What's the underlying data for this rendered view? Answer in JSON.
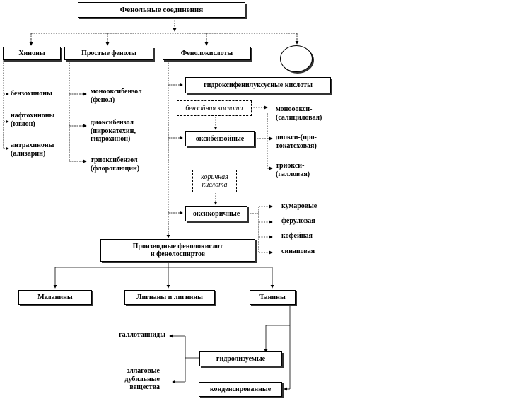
{
  "root": "Фенольные соединения",
  "level1": {
    "quinones": "Хиноны",
    "simple_phenols": "Простые фенолы",
    "phenolic_acids": "Фенолокислоты",
    "oval": ""
  },
  "quinones": [
    "бензохиноны",
    "нафтохиноны\n(юглон)",
    "антрахиноны\n(ализарин)"
  ],
  "simple_phenols": [
    "монооксибензол\n(фенол)",
    "диоксибензол\n(пирокатехин,\nгидрохинон)",
    "триоксибензол\n(флороглюцин)"
  ],
  "acids": {
    "hydroxyphenylacetic": "гидроксифенилуксусные кислоты",
    "benzoic_acid": "бензойная кислота",
    "oxybenzoic": "оксибензойные",
    "oxybenzoic_items": [
      "монооокси-\n(салициловая)",
      "диокси-(про-\nтокатеховая)",
      "триокси-\n(галловая)"
    ],
    "cinnamic_acid": "коричная\nкислота",
    "oxycinnamic": "оксикоричные",
    "oxycinnamic_items": [
      "кумаровые",
      "феруловая",
      "кофейная",
      "синаповая"
    ]
  },
  "derivatives": "Производные фенолокислот\nи фенолоспиртов",
  "level3": {
    "melanins": "Меланины",
    "lignans": "Лигнаны и лигнины",
    "tannins": "Танины"
  },
  "tannins": {
    "hydrolysable": "гидролизуемые",
    "condensed": "конденсированные",
    "gallotannins": "галлотанниды",
    "ellagic": "эллаговые\nдубильные\nвещества"
  }
}
